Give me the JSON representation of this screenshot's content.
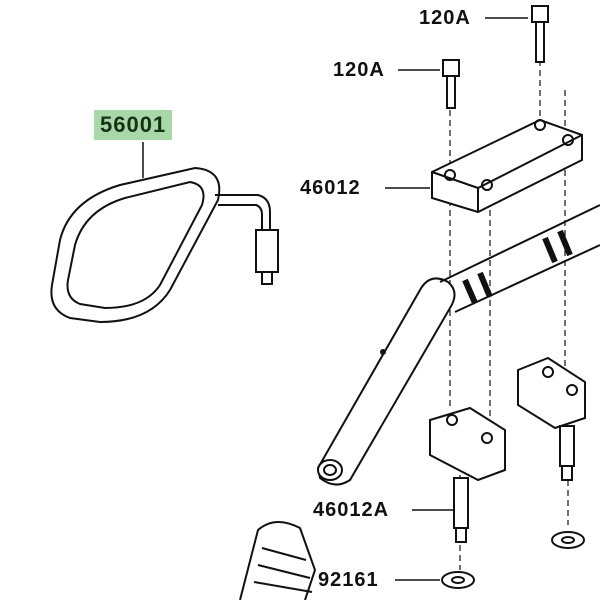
{
  "labels": {
    "mirror": "56001",
    "bolt_upper": "120A",
    "bolt_lower": "120A",
    "holder_upper": "46012",
    "holder_lower": "46012A",
    "washer": "92161"
  },
  "colors": {
    "highlight": "#a8d8a8",
    "highlight_text": "#143214"
  }
}
